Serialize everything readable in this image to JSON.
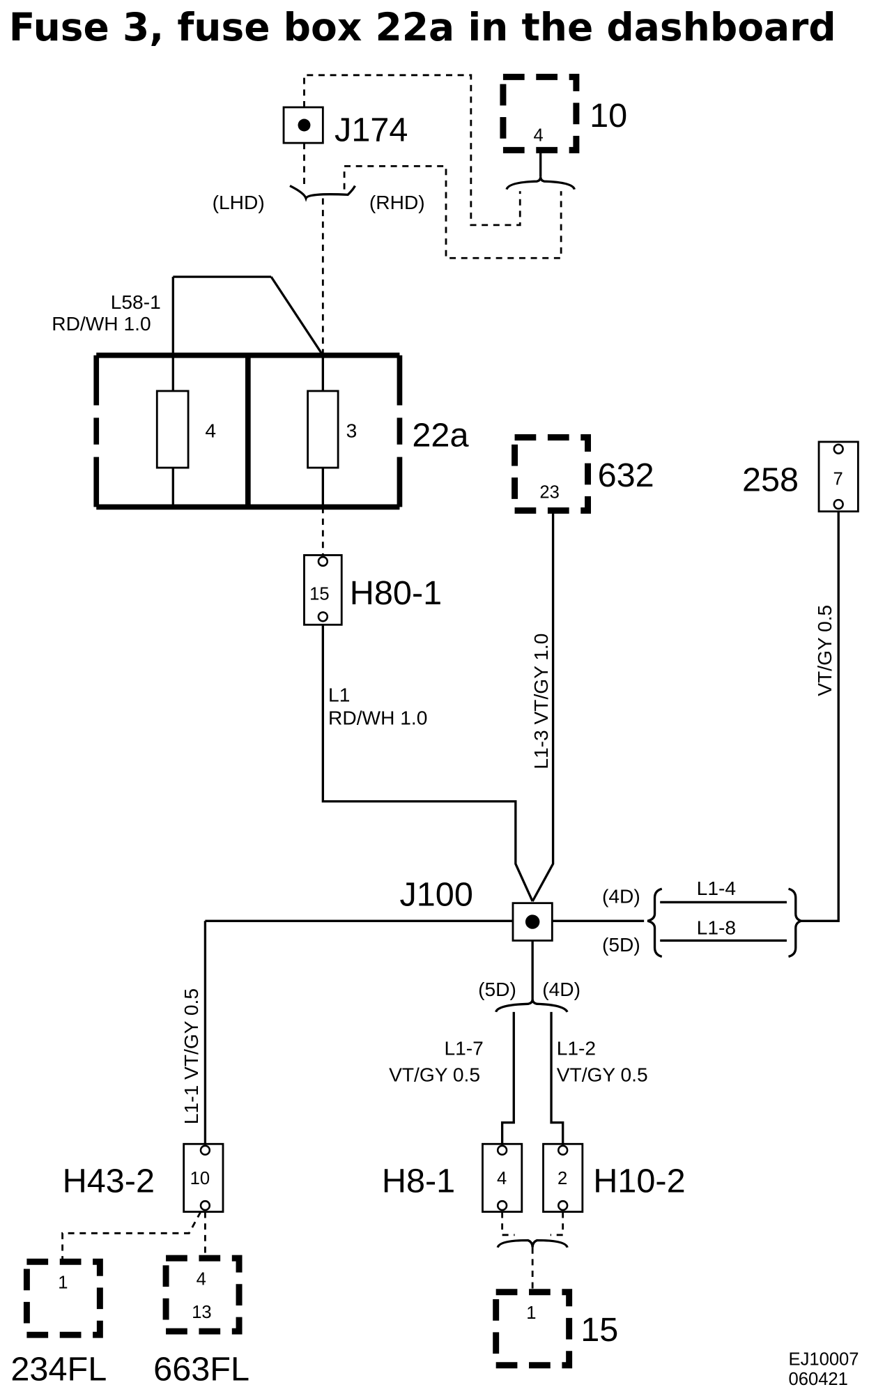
{
  "title": "Fuse 3, fuse box 22a in the dashboard",
  "ref": {
    "code": "EJ10007",
    "date": "060421"
  },
  "components": {
    "j174": "J174",
    "c10": {
      "name": "10",
      "pin": "4"
    },
    "fusebox": {
      "name": "22a",
      "fuse_left": "4",
      "fuse_right": "3"
    },
    "h80": {
      "name": "H80-1",
      "pin": "15"
    },
    "c632": {
      "name": "632",
      "pin": "23"
    },
    "c258": {
      "name": "258",
      "pin": "7"
    },
    "j100": "J100",
    "h43": {
      "name": "H43-2",
      "pin": "10"
    },
    "h8": {
      "name": "H8-1",
      "pin": "4"
    },
    "h10": {
      "name": "H10-2",
      "pin": "2"
    },
    "c234": {
      "name": "234FL",
      "pin": "1"
    },
    "c663": {
      "name": "663FL",
      "pin1": "4",
      "pin2": "13"
    },
    "c15": {
      "name": "15",
      "pin": "1"
    }
  },
  "variants": {
    "lhd": "(LHD)",
    "rhd": "(RHD)",
    "d4_right": "(4D)",
    "d5_right": "(5D)",
    "d5_bottom": "(5D)",
    "d4_bottom": "(4D)"
  },
  "wires": {
    "l58_name": "L58-1",
    "l58_spec": "RD/WH 1.0",
    "l1_name": "L1",
    "l1_spec": "RD/WH 1.0",
    "l13": "L1-3   VT/GY   1.0",
    "l258": "VT/GY   0.5",
    "l14": "L1-4",
    "l18": "L1-8",
    "l11": "L1-1   VT/GY   0.5",
    "l17_name": "L1-7",
    "l17_spec": "VT/GY 0.5",
    "l12_name": "L1-2",
    "l12_spec": "VT/GY 0.5"
  }
}
